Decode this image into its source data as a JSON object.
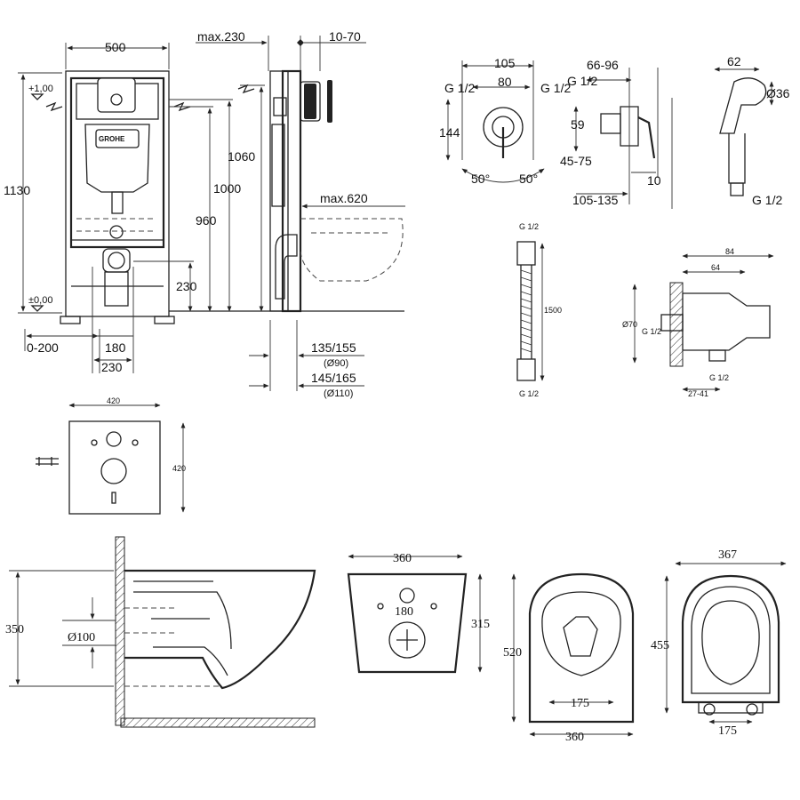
{
  "frame": {
    "width": "500",
    "height": "1130",
    "max_depth": "max.230",
    "adjust": "10-70",
    "top_mark": "+1,00",
    "zero_mark": "±0,00",
    "brand": "GROHE",
    "h1060": "1060",
    "h1000": "1000",
    "h960": "960",
    "h230": "230",
    "max620": "max.620",
    "offset": "0-200",
    "w180": "180",
    "w230": "230",
    "d1": "135/155",
    "d1_sub": "(Ø90)",
    "d2": "145/165",
    "d2_sub": "(Ø110)"
  },
  "valve": {
    "w105": "105",
    "w80": "80",
    "thread_l": "G 1/2",
    "thread_r": "G 1/2",
    "h144": "144",
    "a1": "50°",
    "a2": "50°"
  },
  "valve_side": {
    "w6696": "66-96",
    "thread": "G 1/2",
    "h59": "59",
    "r4575": "45-75",
    "w105135": "105-135",
    "w10": "10"
  },
  "shower_head": {
    "w62": "62",
    "d36": "Ø36",
    "thread": "G 1/2"
  },
  "hose": {
    "top_thread": "G 1/2",
    "length": "1500",
    "bottom_thread": "G 1/2"
  },
  "elbow": {
    "w84": "84",
    "w64": "64",
    "d70": "Ø70",
    "g_left": "G 1/2",
    "g_bottom": "G 1/2",
    "w2741": "27-41"
  },
  "plate": {
    "w": "420",
    "h": "420"
  },
  "bowl_side": {
    "h350": "350",
    "d100": "Ø100"
  },
  "bowl_back": {
    "w360": "360",
    "w180": "180",
    "h315": "315"
  },
  "bowl_top": {
    "h520": "520",
    "w175": "175",
    "w360": "360"
  },
  "seat": {
    "w367": "367",
    "h455": "455",
    "w175": "175"
  }
}
